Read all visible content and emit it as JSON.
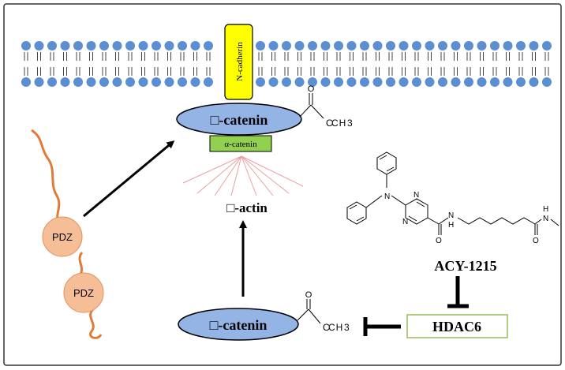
{
  "membrane": {
    "protein_label": "N-cadherin"
  },
  "complex": {
    "catenin_label": "□-catenin",
    "alpha_catenin_label": "α-catenin",
    "actin_label": "□-actin"
  },
  "acetyl_group": {
    "oxygen": "O",
    "carbon": "C",
    "methyl": "CH",
    "subscript": "3"
  },
  "pdz": {
    "label_1": "PDZ",
    "label_2": "PDZ"
  },
  "drug": {
    "name": "ACY-1215",
    "structure_atoms": {
      "n1": "N",
      "n2": "N",
      "n3": "N",
      "o1": "O",
      "nh1_n": "N",
      "nh1_h": "H",
      "o2": "O",
      "nh2_n": "N",
      "nh2_h": "H"
    }
  },
  "enzyme": {
    "name": "HDAC6"
  },
  "free_catenin": {
    "label": "□-catenin"
  },
  "colors": {
    "frame": "#333333",
    "lipid_head": "#5b8fd1",
    "lipid_tail": "#444444",
    "ncadherin_fill": "#ffff00",
    "catenin_fill": "#94b4e6",
    "alpha_catenin_fill": "#92d050",
    "pdz_fill": "#f6be96",
    "pdz_chain": "#e07b39",
    "actin_lines": "#e8a0a0",
    "hdac6_border": "#9bbb59",
    "arrow": "#000000"
  }
}
